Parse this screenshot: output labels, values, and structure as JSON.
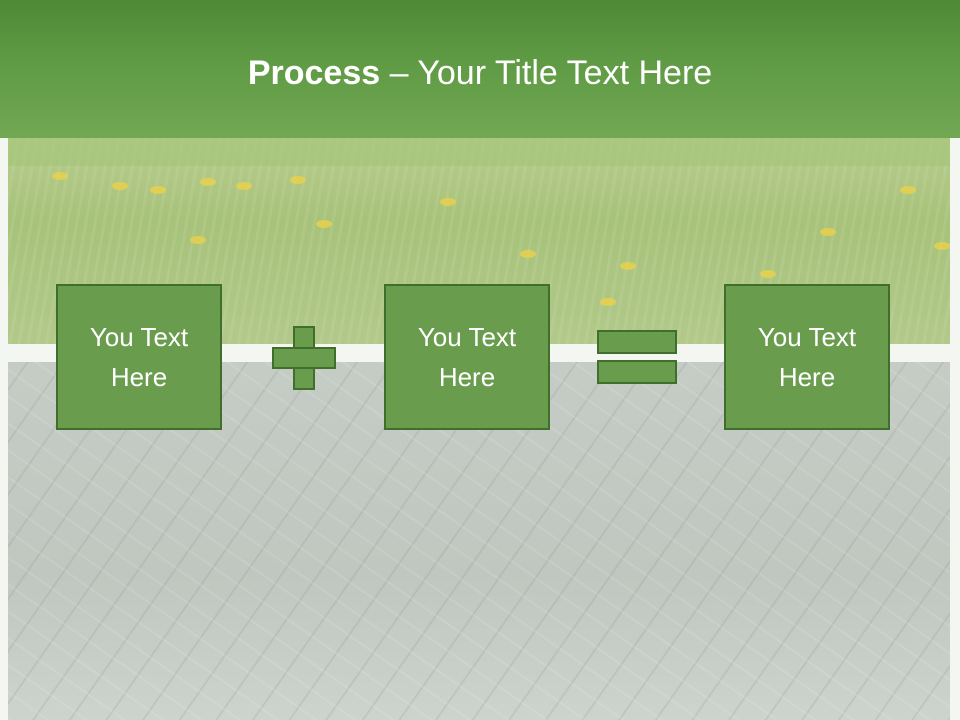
{
  "slide": {
    "title_bold": "Process",
    "title_rest": " – Your Title Text Here",
    "colors": {
      "header_green": "#5f9a44",
      "box_fill": "#6a9c4e",
      "box_border": "#3f6f2b"
    }
  },
  "process": {
    "step1": {
      "line1": "You Text",
      "line2": "Here"
    },
    "operator1": "plus-icon",
    "step2": {
      "line1": "You Text",
      "line2": "Here"
    },
    "operator2": "equals-icon",
    "result": {
      "line1": "You Text",
      "line2": "Here"
    }
  }
}
